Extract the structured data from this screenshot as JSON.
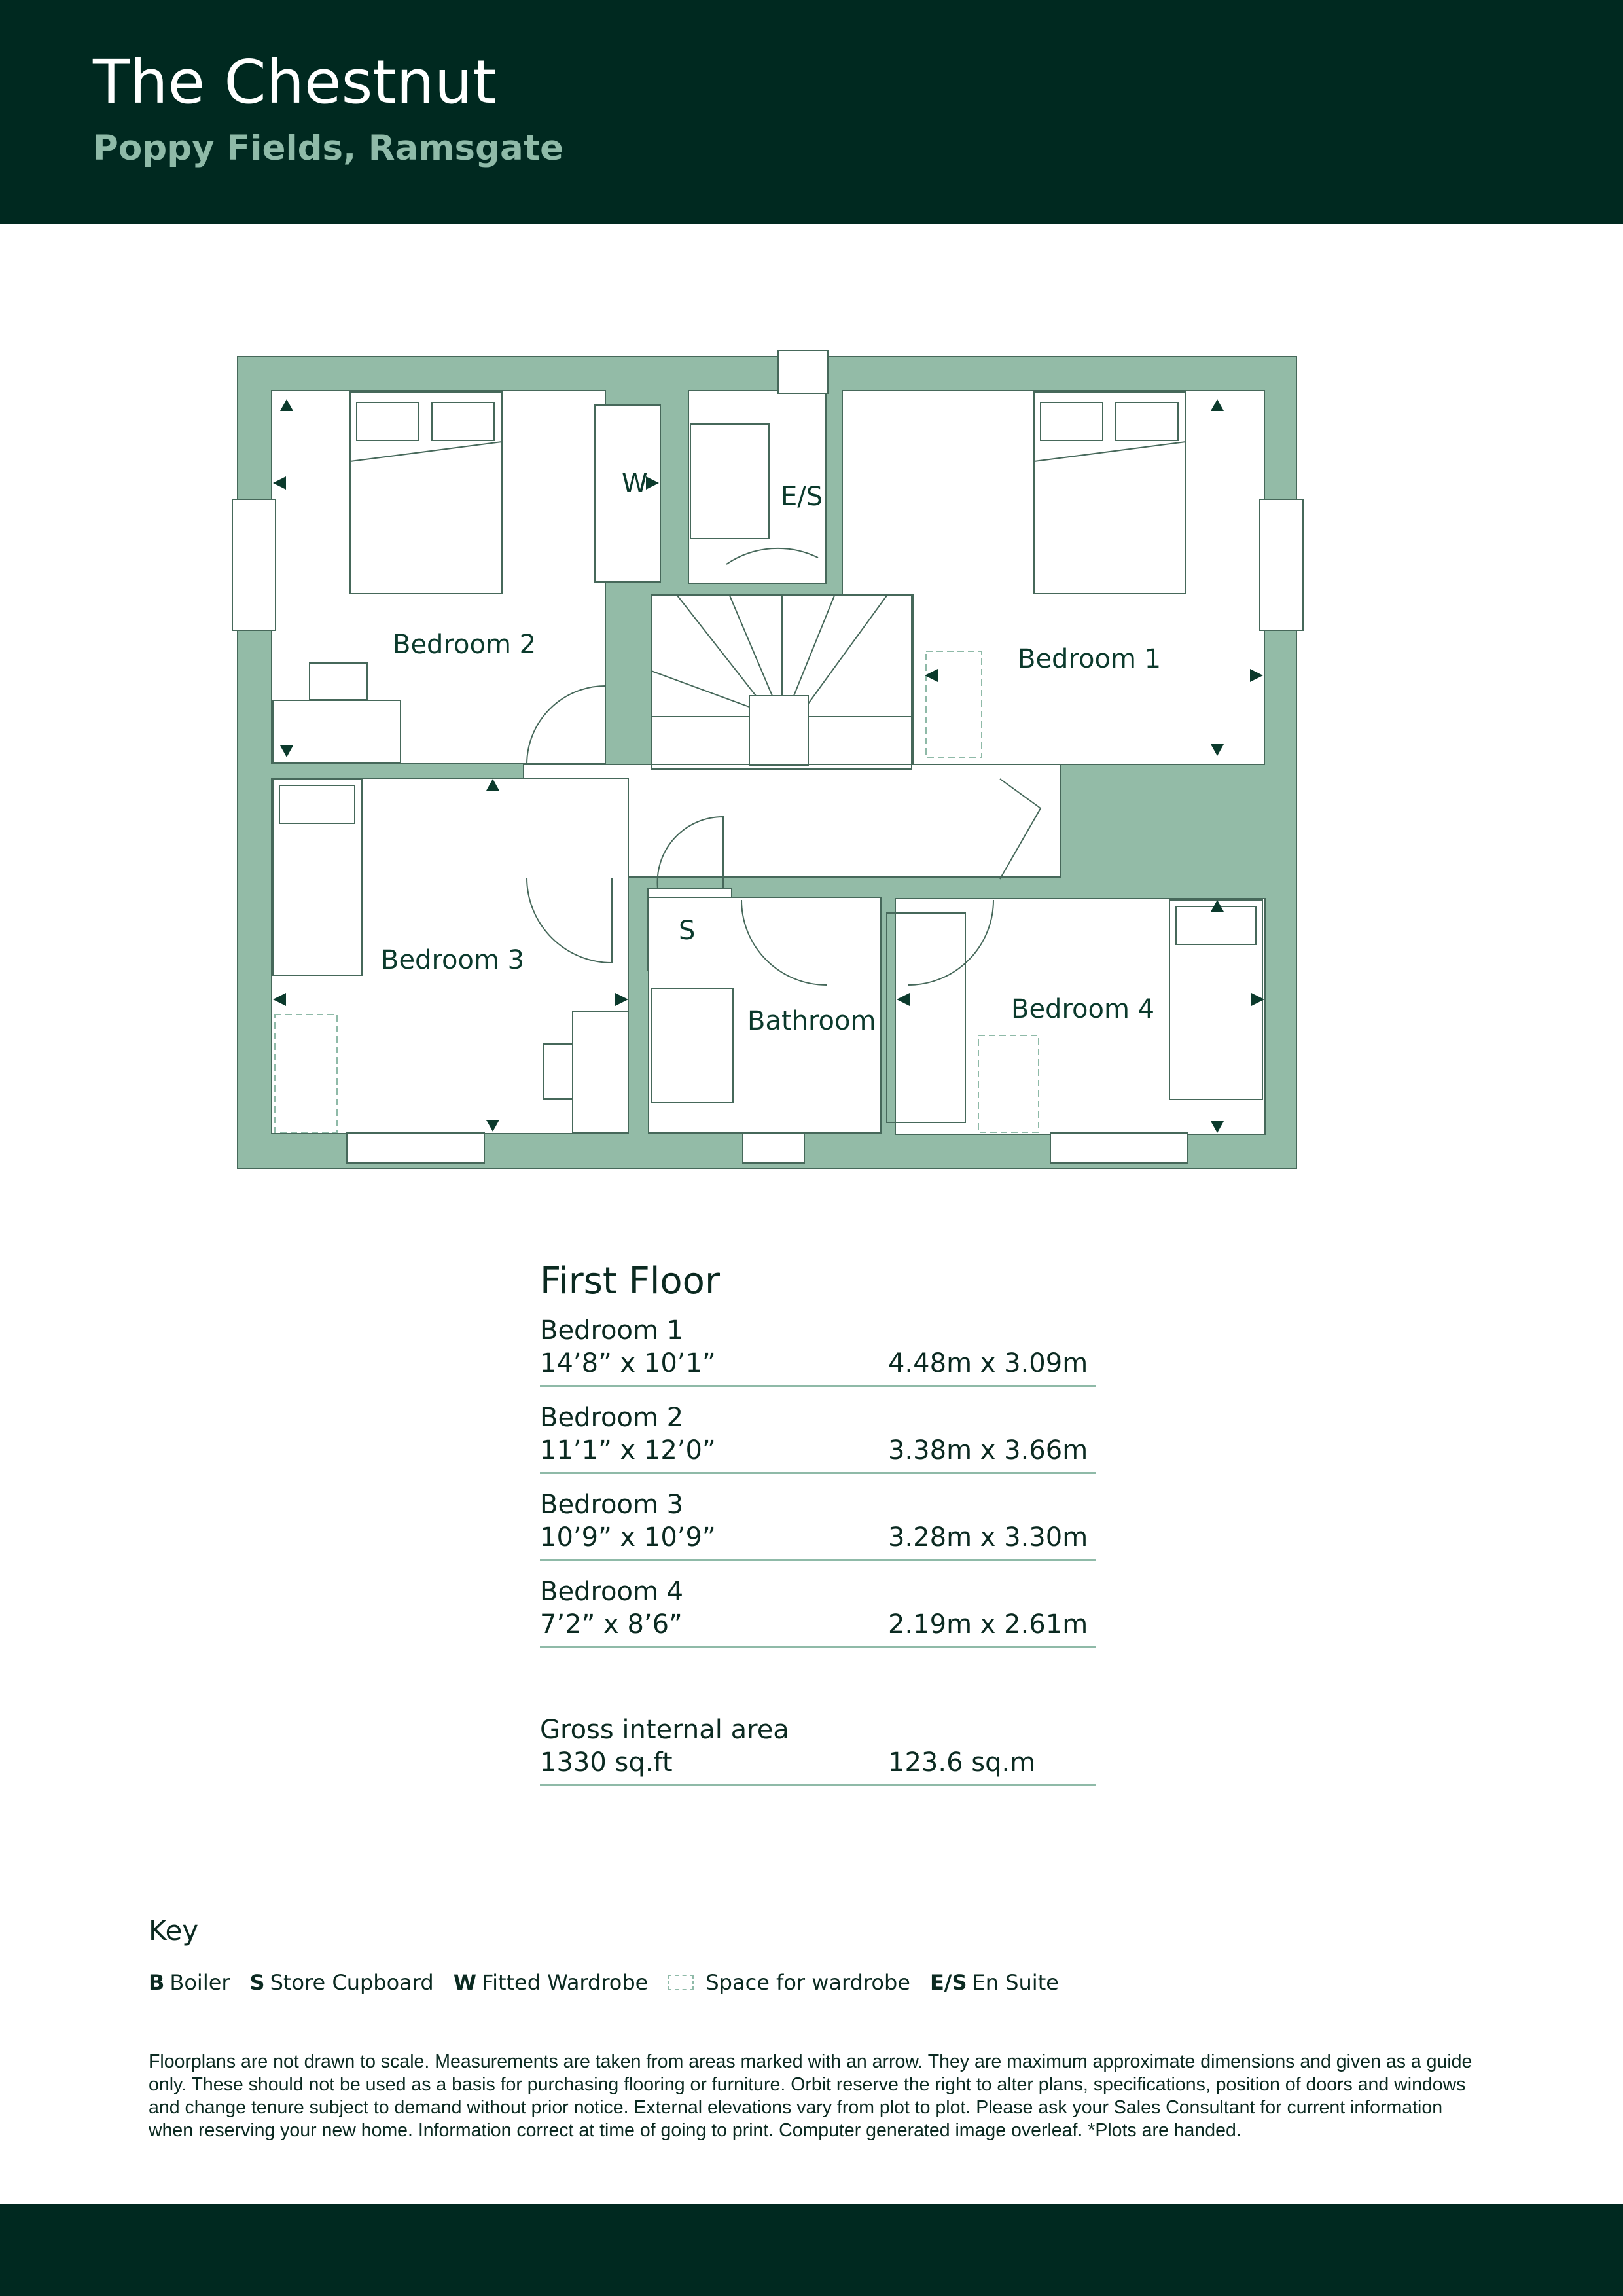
{
  "header": {
    "title": "The Chestnut",
    "subtitle": "Poppy Fields, Ramsgate"
  },
  "colors": {
    "dark": "#002920",
    "wall": "#93bba7",
    "accent_text": "#8fbaa8"
  },
  "plan": {
    "rooms": {
      "bedroom2": "Bedroom 2",
      "bedroom1": "Bedroom 1",
      "bedroom3": "Bedroom 3",
      "bedroom4": "Bedroom 4",
      "bathroom": "Bathroom",
      "wardrobe": "W",
      "ensuite": "E/S",
      "store": "S"
    }
  },
  "specs": {
    "floor_title": "First Floor",
    "rooms": [
      {
        "name": "Bedroom 1",
        "imperial": "14’8” x 10’1”",
        "metric": "4.48m x 3.09m"
      },
      {
        "name": "Bedroom 2",
        "imperial": "11’1” x 12’0”",
        "metric": "3.38m x 3.66m"
      },
      {
        "name": "Bedroom 3",
        "imperial": "10’9” x 10’9”",
        "metric": "3.28m x 3.30m"
      },
      {
        "name": "Bedroom 4",
        "imperial": "7’2” x 8’6”",
        "metric": "2.19m x 2.61m"
      }
    ],
    "gross": {
      "name": "Gross internal area",
      "imperial": "1330 sq.ft",
      "metric": "123.6 sq.m"
    }
  },
  "key": {
    "title": "Key",
    "items": [
      {
        "code": "B",
        "label": "Boiler"
      },
      {
        "code": "S",
        "label": "Store Cupboard"
      },
      {
        "code": "W",
        "label": "Fitted Wardrobe"
      },
      {
        "code": "",
        "label": "Space for wardrobe"
      },
      {
        "code": "E/S",
        "label": "En Suite"
      }
    ]
  },
  "disclaimer": "Floorplans are not drawn to scale. Measurements are taken from areas marked with an arrow. They are maximum approximate dimensions and given as a guide only. These should not be used as a basis for purchasing flooring or furniture. Orbit reserve the right to alter plans, specifications, position of doors and windows and change tenure subject to demand without prior notice. External elevations vary from plot to plot. Please ask your Sales Consultant for current information when reserving your new home. Information correct at time of going to print. Computer generated image overleaf. *Plots are handed."
}
